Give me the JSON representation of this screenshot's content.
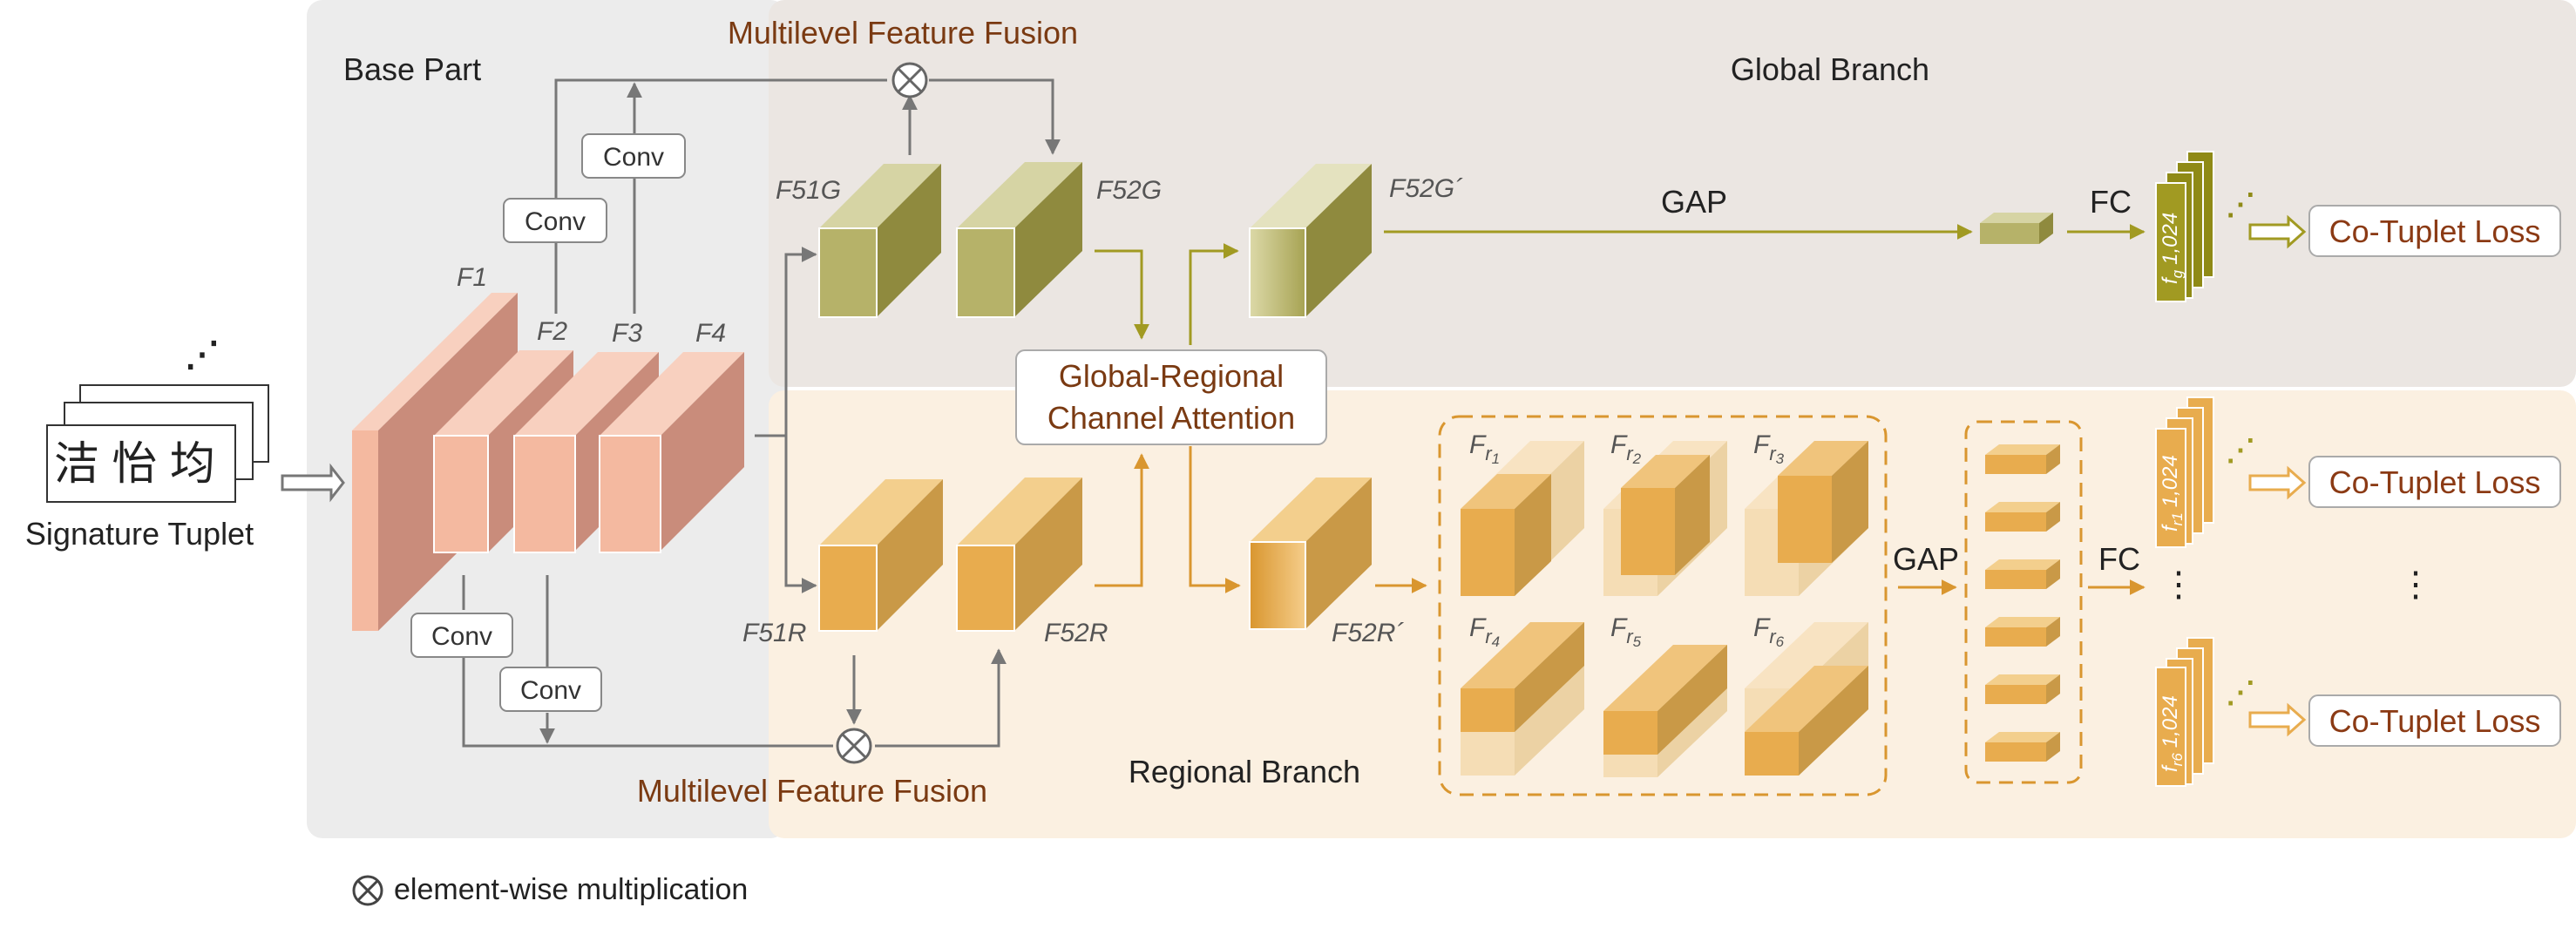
{
  "base_part": {
    "title": "Base Part"
  },
  "global_branch": {
    "title": "Global Branch"
  },
  "regional_branch": {
    "title": "Regional Branch"
  },
  "fusion": {
    "top_label": "Multilevel Feature Fusion",
    "bottom_label": "Multilevel Feature Fusion"
  },
  "input": {
    "label": "Signature Tuplet",
    "glyphs": "洁 怡 均"
  },
  "conv": {
    "label": "Conv"
  },
  "features": {
    "f1": "F1",
    "f2": "F2",
    "f3": "F3",
    "f4": "F4",
    "f51g": "F51G",
    "f52g": "F52G",
    "f52g_prime": "F52G´",
    "f51r": "F51R",
    "f52r": "F52R",
    "f52r_prime": "F52R´"
  },
  "attention": {
    "line1": "Global-Regional",
    "line2": "Channel Attention"
  },
  "ops": {
    "gap": "GAP",
    "fc": "FC"
  },
  "regions": [
    {
      "base": "F",
      "sub": "r",
      "idx": "1"
    },
    {
      "base": "F",
      "sub": "r",
      "idx": "2"
    },
    {
      "base": "F",
      "sub": "r",
      "idx": "3"
    },
    {
      "base": "F",
      "sub": "r",
      "idx": "4"
    },
    {
      "base": "F",
      "sub": "r",
      "idx": "5"
    },
    {
      "base": "F",
      "sub": "r",
      "idx": "6"
    }
  ],
  "embeddings": {
    "global": {
      "name": "f",
      "sub": "g",
      "dim": "1,024"
    },
    "regional_first": {
      "name": "f",
      "sub": "r1",
      "dim": "1,024"
    },
    "regional_last": {
      "name": "f",
      "sub": "r6",
      "dim": "1,024"
    }
  },
  "losses": [
    "Co-Tuplet Loss",
    "Co-Tuplet Loss",
    "Co-Tuplet Loss"
  ],
  "legend": {
    "symbol": "⊗",
    "text": "element-wise multiplication"
  },
  "colors": {
    "base_bg": "#ececec",
    "global_bg": "#ebe6e2",
    "regional_bg": "#fbf0e1",
    "salmon": "#f4b9a0",
    "olive": "#a7a353",
    "orange": "#e8ac4e",
    "fusion_text": "#7a3a12",
    "loss_text": "#8b3a14"
  }
}
